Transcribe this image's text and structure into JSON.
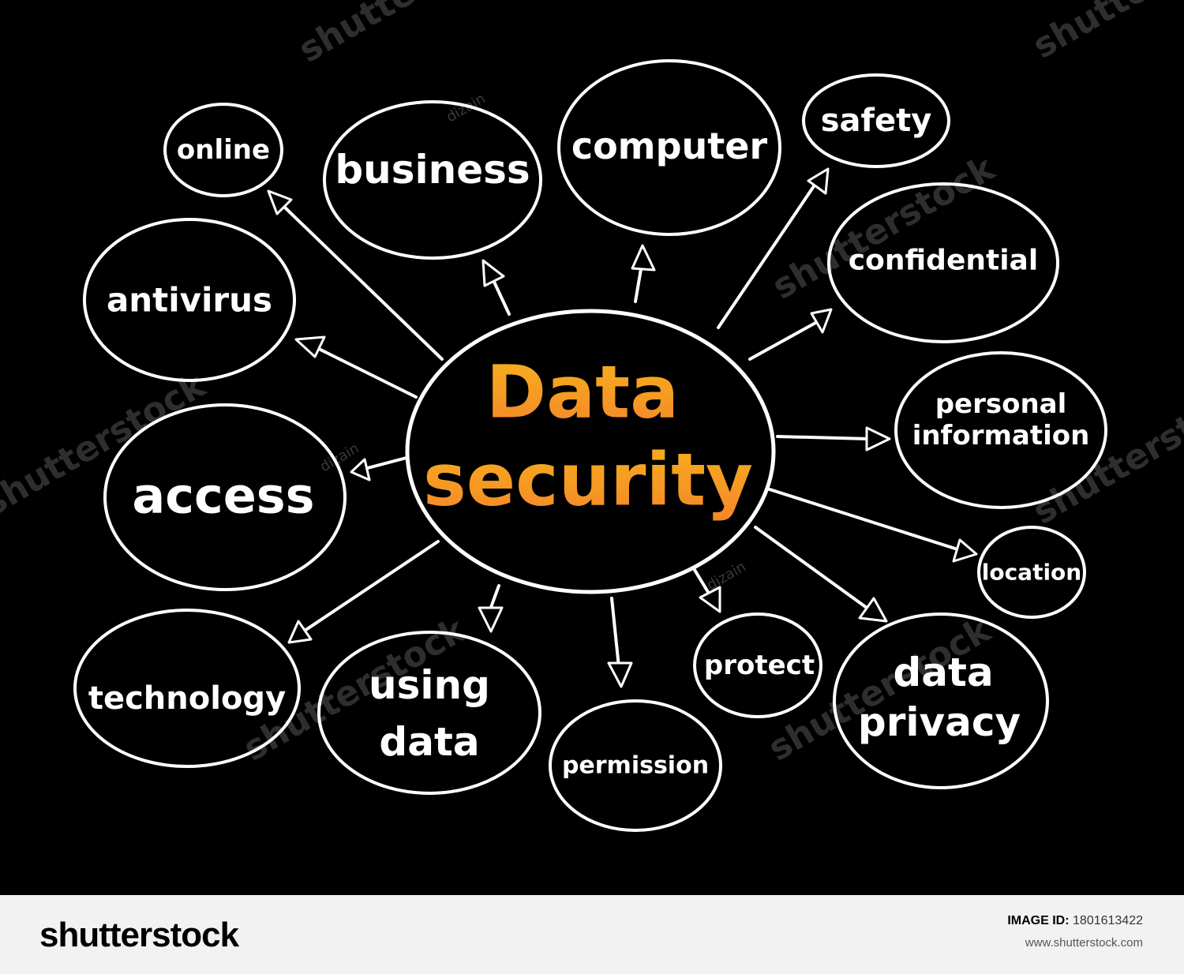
{
  "colors": {
    "background": "#000000",
    "stroke": "#ffffff",
    "center_gradient_top": "#f7b21c",
    "center_gradient_bottom": "#f4862a",
    "footer_bg": "#f2f2f2"
  },
  "center": {
    "line1": "Data",
    "line2": "security"
  },
  "nodes": {
    "online": "online",
    "business": "business",
    "computer": "computer",
    "safety": "safety",
    "confidential": "confidential",
    "antivirus": "antivirus",
    "personal_1": "personal",
    "personal_2": "information",
    "access": "access",
    "location": "location",
    "technology": "technology",
    "using_1": "using",
    "using_2": "data",
    "permission": "permission",
    "protect": "protect",
    "privacy_1": "data",
    "privacy_2": "privacy"
  },
  "watermark": {
    "brand": "shutterstock",
    "author": "dizain"
  },
  "footer": {
    "logo": "shutterstock",
    "image_id_label": "IMAGE ID:",
    "image_id": "1801613422",
    "site": "www.shutterstock.com"
  }
}
